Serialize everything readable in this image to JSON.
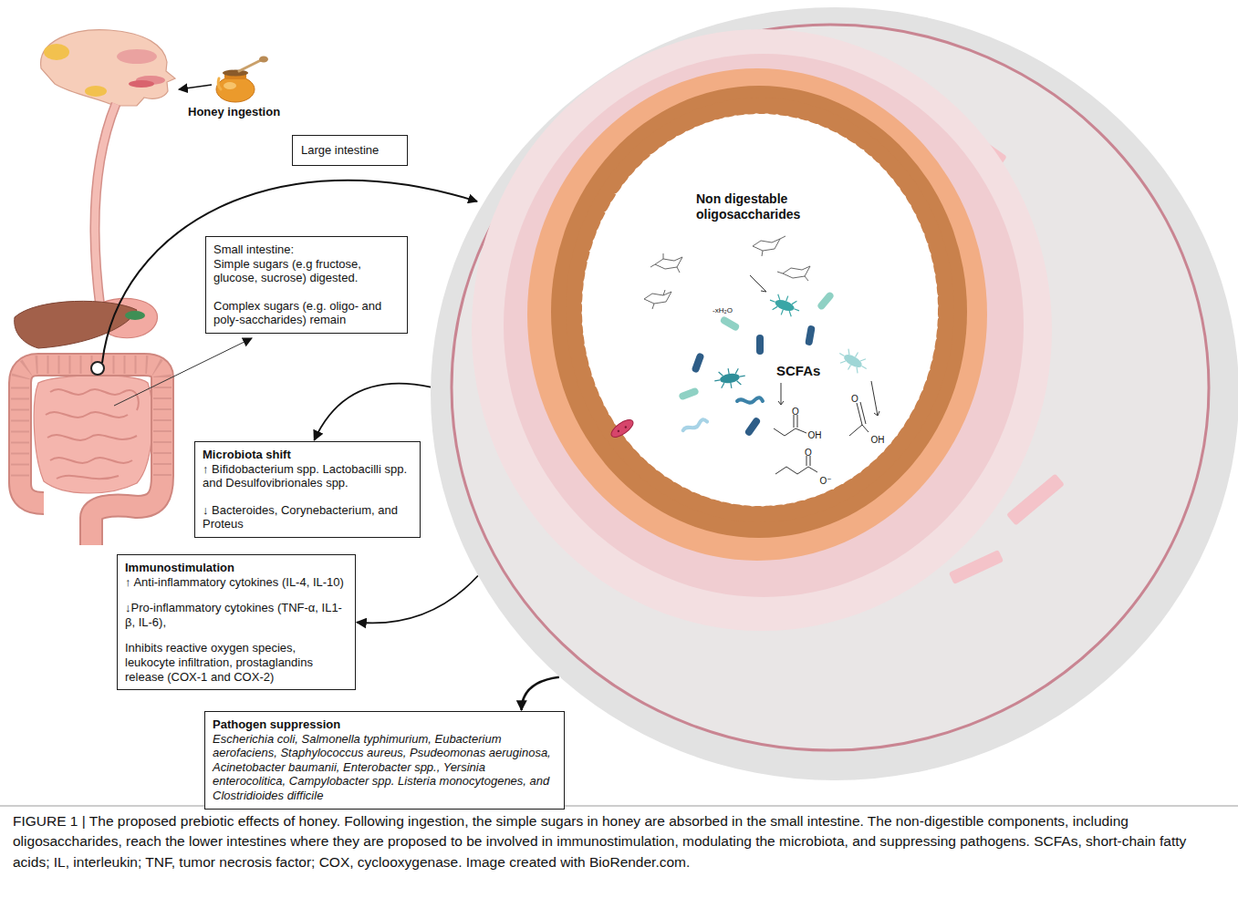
{
  "diagram": {
    "caption": "FIGURE 1 | The proposed prebiotic effects of honey. Following ingestion, the simple sugars in honey are absorbed in the small intestine. The non-digestible components, including oligosaccharides, reach the lower intestines where they are proposed to be involved in immunostimulation, modulating the microbiota, and suppressing pathogens. SCFAs, short-chain fatty acids; IL, interleukin; TNF, tumor necrosis factor; COX, cyclooxygenase. Image created with BioRender.com.",
    "nodes": [
      {
        "text": [
          "Large intestine"
        ]
      },
      {
        "text": [
          "Small intestine:",
          "Simple sugars (e.g fructose, glucose, sucrose) digested.",
          "Complex sugars (e.g. oligo- and poly-saccharides) remain"
        ]
      },
      {
        "text": [
          "Non digestable oligosaccharides",
          "SCFAs"
        ]
      },
      {
        "text": [
          "Microbiota shift",
          "↑ Bifidobacterium spp. Lactobacilli spp. and Desulfovibrionales spp.",
          "↓ Bacteroides, Corynebacterium, and Proteus"
        ]
      },
      {
        "text": [
          "Immunostimulation",
          "↑ Anti-inflammatory cytokines (IL-4, IL-10)",
          "↓Pro-inflammatory cytokines (TNF-α, IL1-β, IL-6),",
          "Inhibits reactive oxygen species, leukocyte infiltration, prostaglandins release (COX-1 and COX-2)"
        ]
      },
      {
        "text": [
          "Pathogen suppression",
          "Escherichia coli, Salmonella typhimurium, Eubacterium aerofaciens, Staphylococcus aureus, Psudeomonas aeruginosa, Acinetobacter baumanii, Enterobacter spp., Yersinia enterocolitica, Campylobacter spp. Listeria monocytogenes, and Clostridioides difficile"
        ]
      }
    ],
    "edges": [
      {
        "from": 2,
        "to": 3,
        "arrow": "to"
      },
      {
        "from": 2,
        "to": 4,
        "arrow": "to"
      },
      {
        "from": 2,
        "to": 5,
        "arrow": "to"
      }
    ],
    "labels": [
      "Honey ingestion",
      "-xH₂O",
      "O",
      "OH",
      "O",
      "OH",
      "O",
      "O⁻"
    ]
  }
}
